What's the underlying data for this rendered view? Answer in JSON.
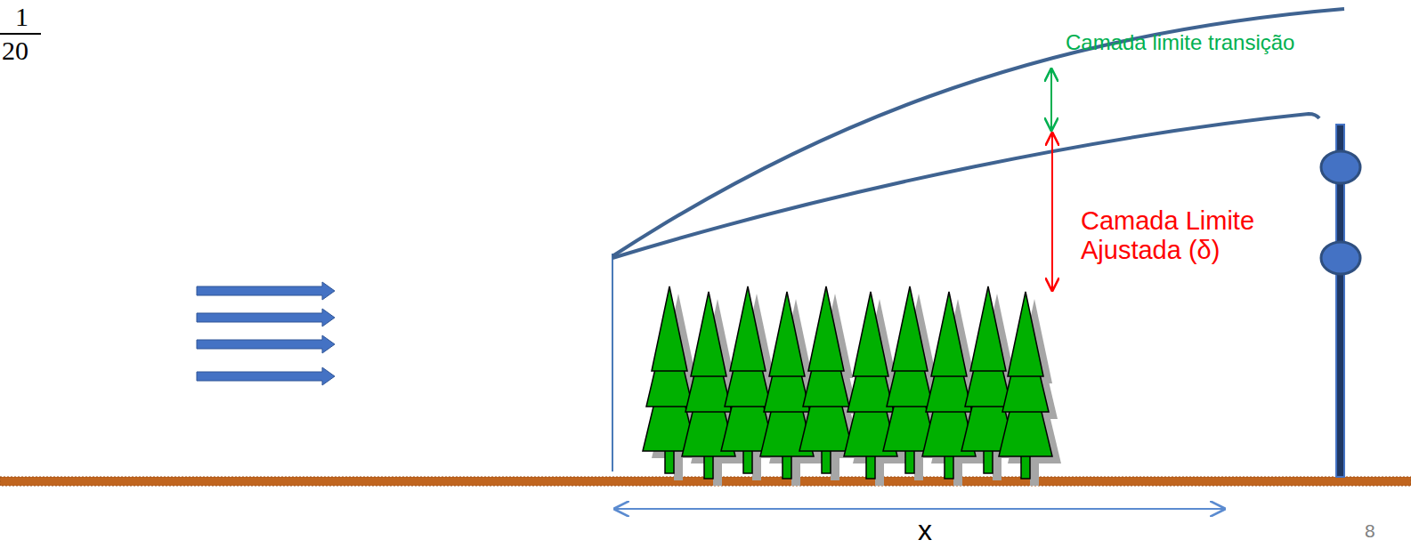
{
  "diagram": {
    "labels": [
      "1",
      "20",
      "Camada limite transição",
      "Camada Limite Ajustada (δ)",
      "x",
      "8"
    ]
  }
}
